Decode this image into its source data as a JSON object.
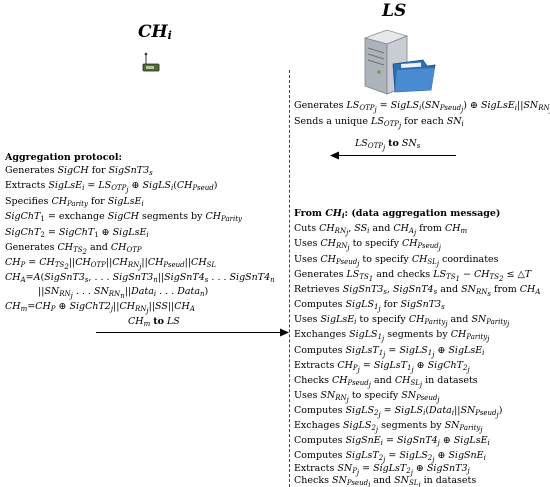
{
  "left_party": {
    "label": "CH",
    "subscript": "i"
  },
  "right_party": {
    "label": "LS"
  },
  "ls_top": [
    "Generates LS_OTP_j = SigLS_i(SN_Pseud_j) ⊕ SigLsE_i||SN_RN_j",
    "Sends a unique LS_OTP_j for each SN_i"
  ],
  "arrow1": {
    "label": "LS_OTP_j to SN_s"
  },
  "aggregation": {
    "title": "Aggregation protocol:",
    "lines": [
      "Generates SigCH for SigSnT3_s",
      "Extracts SigLsE_i = LS_OTP_j ⊕ SigLS_i(CH_Pseud)",
      "Specifies CH_Parity for SigLsE_i",
      "SigChT_1 = exchange SigCH segments by CH_Parity",
      "SigChT_2 = SigChT_1 ⊕ SigLsE_i",
      "Generates CH_TS_2 and CH_OTP",
      "CH_P = CH_TS_2||CH_OTP||CH_RN_j||CH_Pseud||CH_SL",
      "CH_A = A(SigSnT3_s ... SigSnT3_n||SigSnT4_s ... SigSnT4_n",
      "||SN_RN_j ... SN_RN_n||Data_i ... Data_n)",
      "CH_m = CH_P ⊕ SigChT2_j||CH_RN_j||SS||CH_A"
    ]
  },
  "arrow2": {
    "label": "CH_m to LS"
  },
  "ls_receive": {
    "title": "From CH_i: (data aggregation message)",
    "lines": [
      "Cuts CH_RN_j, SS_i and CH_A_j from CH_m",
      "Uses CH_RN_j to specify CH_Pseud_j",
      "Uses CH_Pseud_j to specify CH_SL_j coordinates",
      "Generates LS_TS_1 and checks LS_TS_1 − CH_TS_2 ≤ ΔT",
      "Retrieves SigSnT3_s, SigSnT4_s and SN_RN_s from CH_A",
      "Computes SigLS_1_j for SigSnT3_s",
      "Uses SigLsE_i to specify CH_Parity_j and SN_Parity_j",
      "Exchanges SigLS_1_j segments by CH_Parity_j",
      "Computes SigLsT_1_j = SigLS_1_j ⊕ SigLsE_i",
      "Extracts CH_P_j = SigLsT_1_j ⊕ SigChT_2_j",
      "Checks CH_Pseud_j and CH_SL_j in datasets",
      "Uses SN_RN_j to specify SN_Pseud_j",
      "Computes SigLS_2_j = SigLS_i(Data_i||SN_Pseud_j)",
      "Exchages SigLS_2_j segments by SN_Parity_j",
      "Computes SigSnE_i = SigSnT4_j ⊕ SigLsE_i",
      "Computes SigLsT_2_j = SigLS_2_j ⊕ SigSnE_i",
      "Extracts SN_P_j = SigLsT_2_j ⊕ SigSnT3_j",
      "Checks SN_Pseud_j and SN_SL_j in datasets"
    ]
  },
  "colors": {
    "server_body": "#c9ccd2",
    "server_dark": "#7d838c",
    "folder": "#3f7fc4",
    "antenna": "#4e6d3a"
  }
}
